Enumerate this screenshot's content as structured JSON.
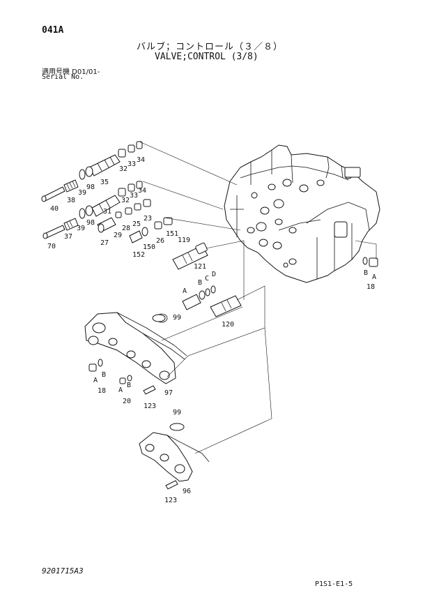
{
  "header": {
    "page_code": "041A",
    "title_jp": "バルブ；コントロール（３／８）",
    "title_en": "VALVE;CONTROL (3/8)",
    "serial_label_jp": "適用号機  D01/01-",
    "serial_label_en": "Serial No."
  },
  "footer": {
    "doc_number": "9201715A3",
    "page_ref": "P1S1-E1-5"
  },
  "part_labels": {
    "p34a": "34",
    "p33a": "33",
    "p32a": "32",
    "p35": "35",
    "p39a": "39",
    "p98a": "98",
    "p38": "38",
    "p40": "40",
    "p34b": "34",
    "p33b": "33",
    "p32b": "32",
    "p31": "31",
    "p98b": "98",
    "p39b": "39",
    "p37": "37",
    "p70": "70",
    "p25": "25",
    "p28": "28",
    "p23": "23",
    "p29": "29",
    "p27": "27",
    "p151": "151",
    "p26": "26",
    "p150": "150",
    "p152": "152",
    "p119": "119",
    "p121": "121",
    "pA1": "A",
    "pB1": "B",
    "pC1": "C",
    "pD1": "D",
    "p120": "120",
    "p99a": "99",
    "pA2": "A",
    "pB2": "B",
    "p18a": "18",
    "pA3": "A",
    "pB3": "B",
    "p20": "20",
    "p123a": "123",
    "p97": "97",
    "pB4": "B",
    "pA4": "A",
    "p18b": "18",
    "p99b": "99",
    "p123b": "123",
    "p96": "96"
  }
}
